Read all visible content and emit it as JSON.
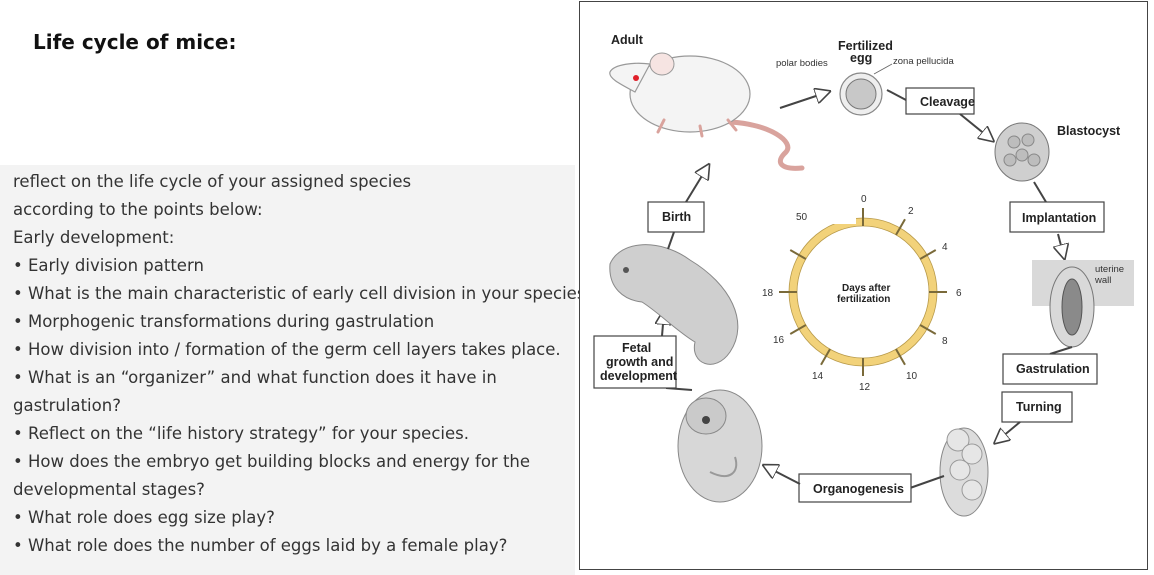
{
  "title": "Life cycle of mice:",
  "notes": [
    "reflect on the life cycle of your assigned species",
    "according to the points below:",
    "Early development:",
    "• Early division pattern",
    "• What is the main characteristic of early cell division in your species?",
    "• Morphogenic transformations during gastrulation",
    "• How division into / formation of the germ cell layers takes place.",
    "• What is an “organizer” and what function does it have in",
    "gastrulation?",
    "• Reflect on the “life history strategy” for your species.",
    "• How does the embryo get building blocks and energy for the",
    "developmental stages?",
    "• What role does egg size play?",
    "• What role does the number of eggs laid by a female play?"
  ],
  "diagram": {
    "labels": {
      "adult": "Adult",
      "polar_bodies": "polar bodies",
      "fertilized_egg_1": "Fertilized",
      "fertilized_egg_2": "egg",
      "zona_pellucida": "zona pellucida",
      "cleavage": "Cleavage",
      "blastocyst": "Blastocyst",
      "implantation": "Implantation",
      "uterine_wall_1": "uterine",
      "uterine_wall_2": "wall",
      "gastrulation": "Gastrulation",
      "turning": "Turning",
      "organogenesis": "Organogenesis",
      "fetal_1": "Fetal",
      "fetal_2": "growth and",
      "fetal_3": "development",
      "birth": "Birth",
      "days_after_1": "Days after",
      "days_after_2": "fertilization"
    },
    "clock_ticks": [
      "0",
      "2",
      "4",
      "6",
      "8",
      "10",
      "12",
      "14",
      "16",
      "18",
      "50"
    ],
    "colors": {
      "clock": "#f2d27a",
      "clock_outline": "#7a6a3a",
      "tissue": "#c8c8c8",
      "mouse_body": "#f4f4f4",
      "mouse_eye": "#e0202a",
      "tail": "#e9b3ad"
    }
  }
}
